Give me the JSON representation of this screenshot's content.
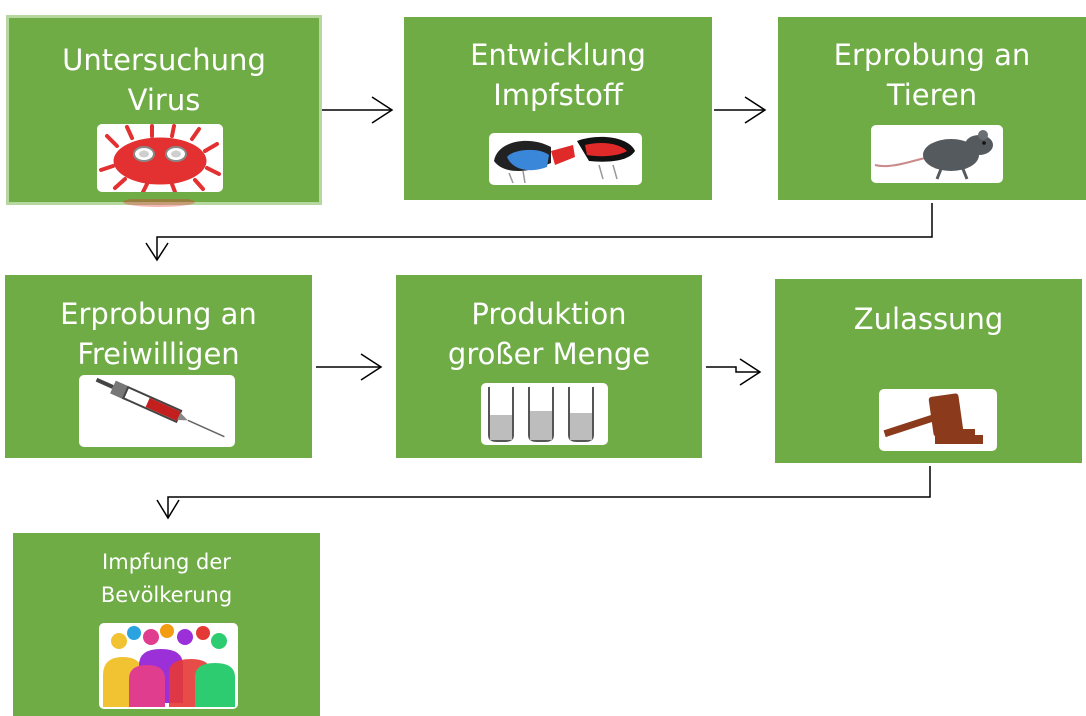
{
  "steps": [
    {
      "id": "untersuchung-virus",
      "label": "Untersuchung\nVirus",
      "icon": "virus-icon"
    },
    {
      "id": "entwicklung-impfstoff",
      "label": "Entwicklung\nImpfstoff",
      "icon": "lab-mixing-icon"
    },
    {
      "id": "erprobung-tieren",
      "label": "Erprobung an\nTieren",
      "icon": "rat-icon"
    },
    {
      "id": "erprobung-freiwilligen",
      "label": "Erprobung an\nFreiwilligen",
      "icon": "syringe-icon"
    },
    {
      "id": "produktion",
      "label": "Produktion\ngroßer Menge",
      "icon": "test-tubes-icon"
    },
    {
      "id": "zulassung",
      "label": "Zulassung",
      "icon": "gavel-icon"
    },
    {
      "id": "impfung",
      "label": "Impfung der\nBevölkerung",
      "icon": "people-group-icon"
    }
  ],
  "colors": {
    "box": "#6fac46",
    "box_border_first": "#b6d7a0",
    "text": "#ffffff",
    "arrow": "#000000"
  }
}
